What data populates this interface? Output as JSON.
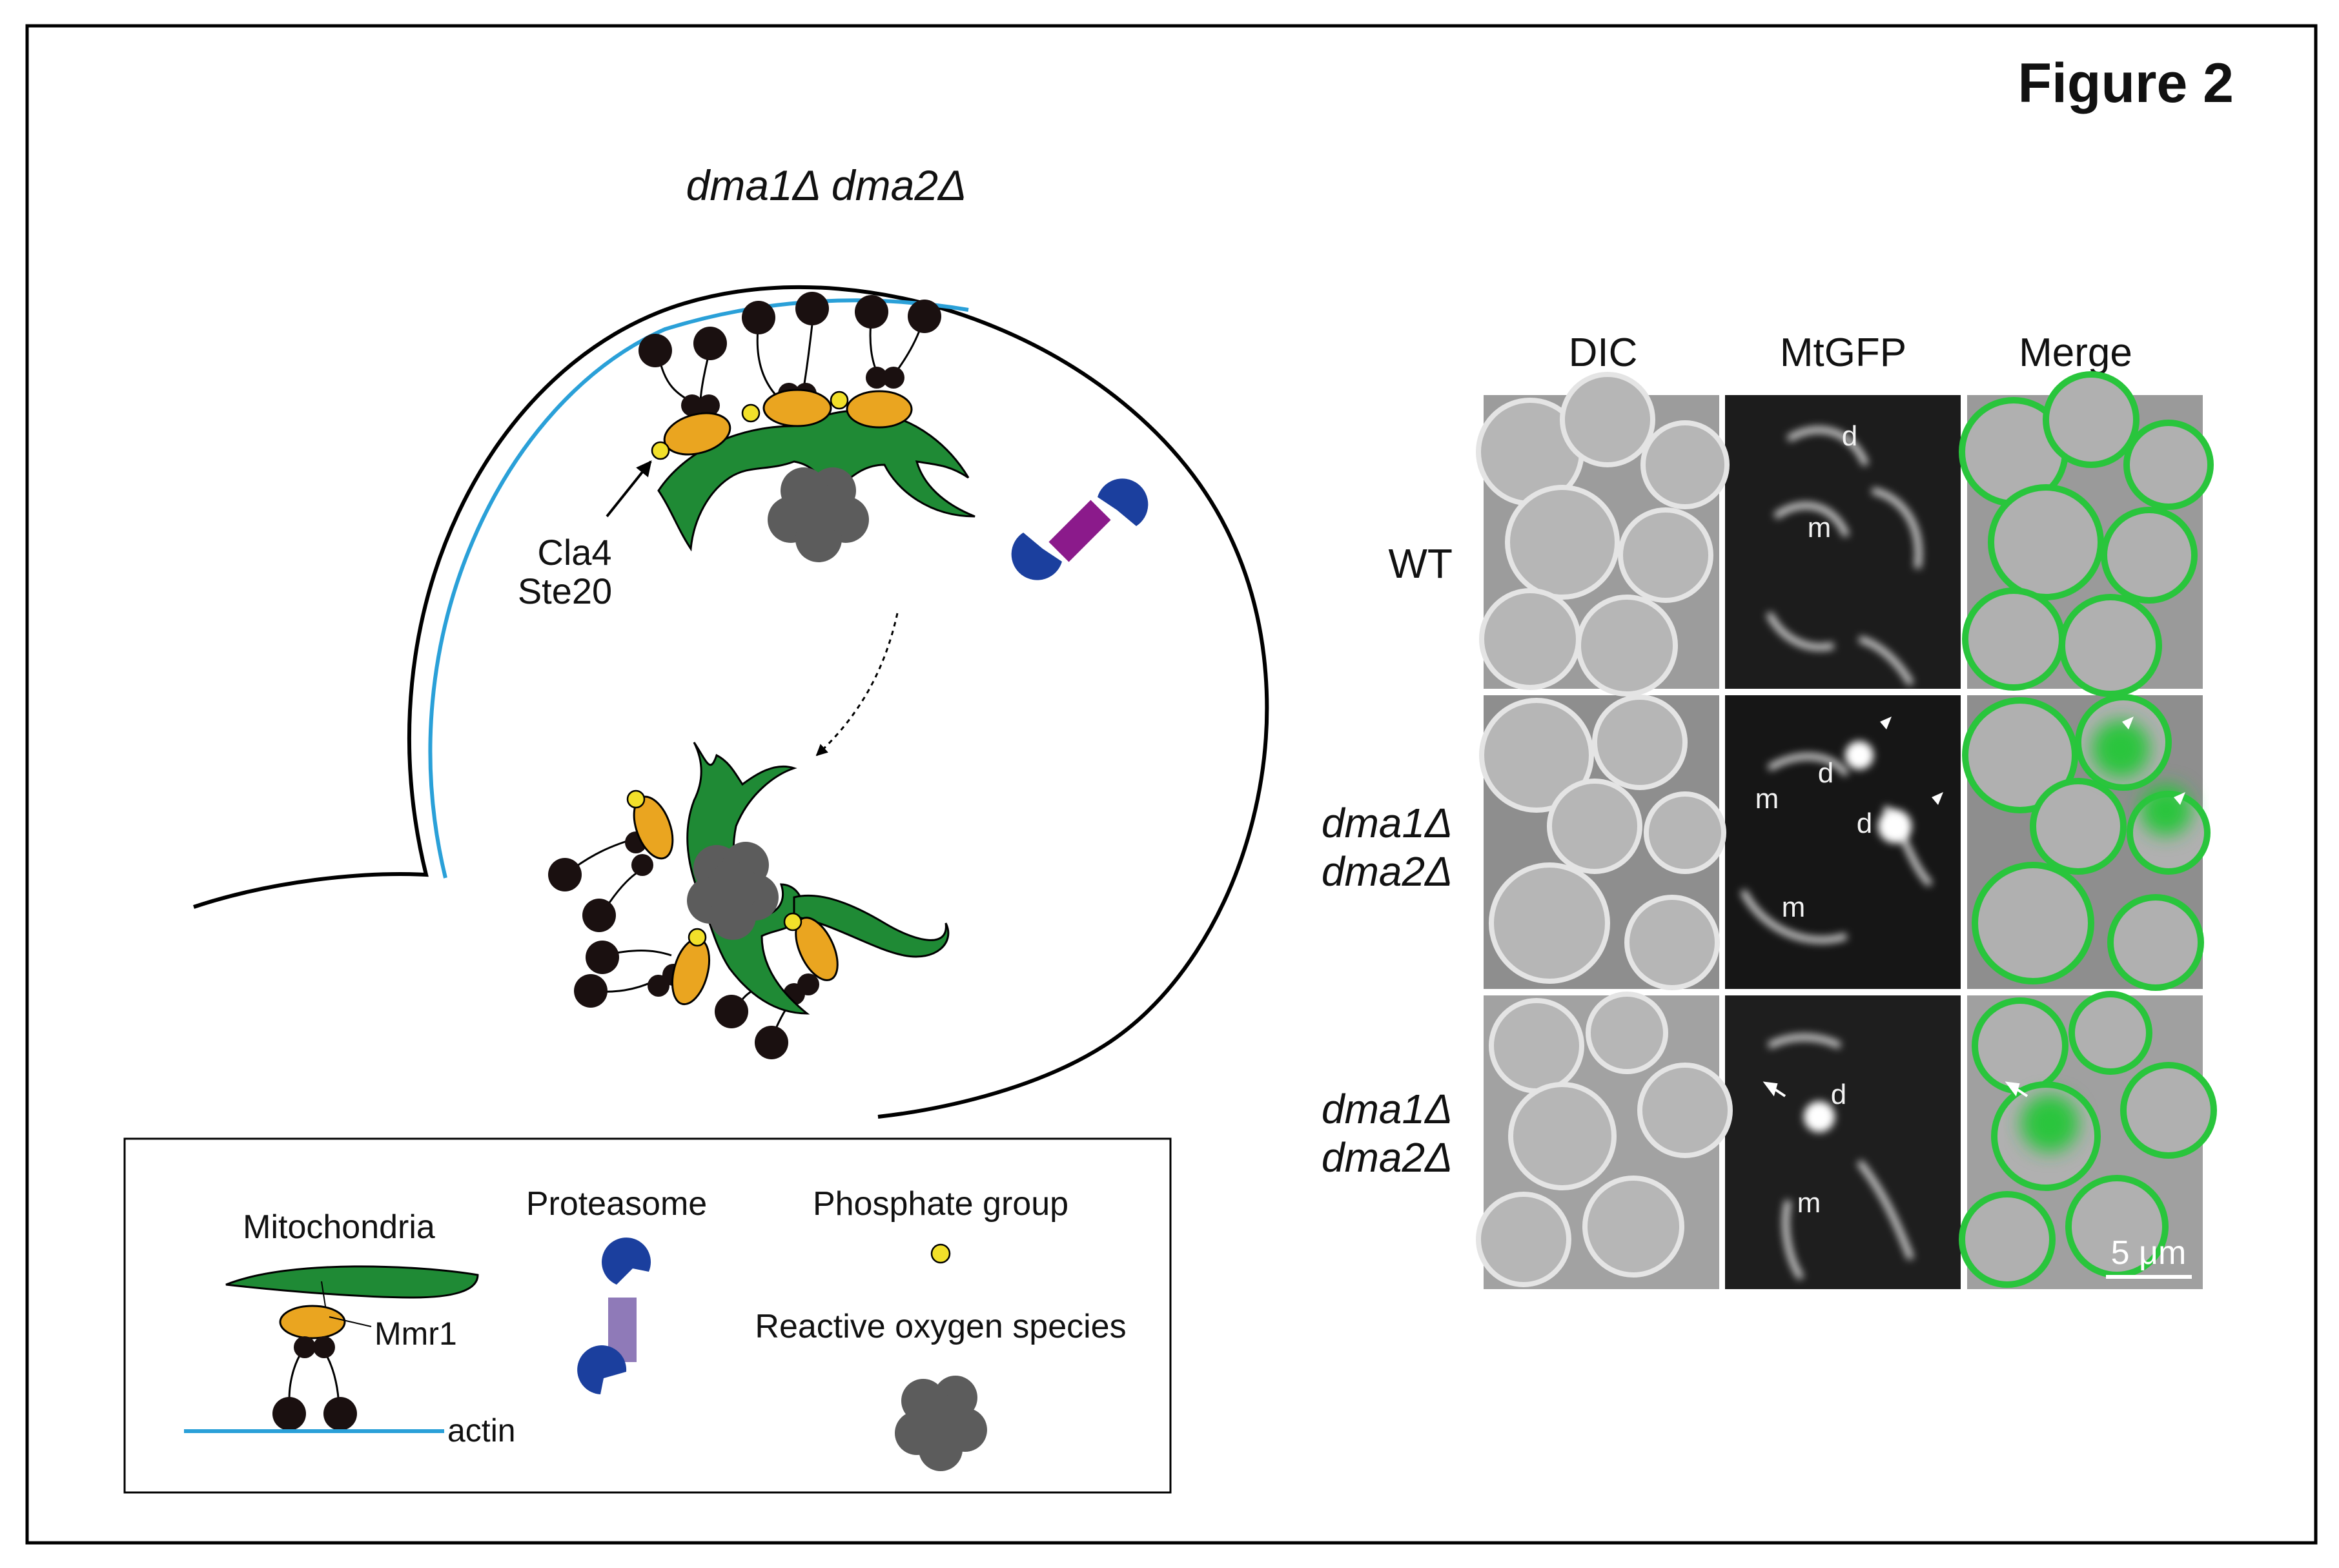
{
  "figure": {
    "title": "Figure 2"
  },
  "diagram": {
    "genotype_title": "dma1Δ dma2Δ",
    "kinase_label_line1": "Cla4",
    "kinase_label_line2": "Ste20"
  },
  "legend": {
    "mitochondria": "Mitochondria",
    "mmr1": "Mmr1",
    "actin": "actin",
    "proteasome": "Proteasome",
    "phosphate": "Phosphate group",
    "ros": "Reactive oxygen species"
  },
  "micrograph": {
    "columns": [
      "DIC",
      "MtGFP",
      "Merge"
    ],
    "rows": [
      {
        "label_line1": "WT",
        "label_line2": ""
      },
      {
        "label_line1": "dma1Δ",
        "label_line2": "dma2Δ"
      },
      {
        "label_line1": "dma1Δ",
        "label_line2": "dma2Δ"
      }
    ],
    "annotations": {
      "r1_d": "d",
      "r1_m": "m",
      "r2_d1": "d",
      "r2_d2": "d",
      "r2_m1": "m",
      "r2_m2": "m",
      "r3_d": "d",
      "r3_m": "m"
    },
    "scale_bar": "5 μm"
  },
  "colors": {
    "mitochondria": "#1f8a35",
    "mmr1": "#eaa520",
    "myosin": "#1a1010",
    "actin": "#2aa0d8",
    "phosphate": "#f2e02a",
    "proteasome_cap": "#1b3f9e",
    "proteasome_core": "#8b1a8b",
    "ros": "#5c5c5c",
    "gfp": "#29c53c"
  }
}
